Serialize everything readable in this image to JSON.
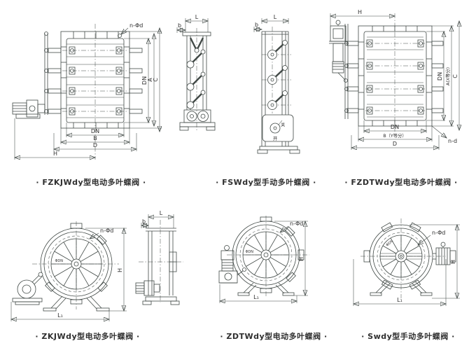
{
  "page": {
    "background": "#ffffff",
    "ink": "#414946"
  },
  "captions": {
    "fzkjwdy": "· FZKJWdy型电动多叶蝶阀 ·",
    "fswdy": "· FSWdy型手动多叶蝶阀 ·",
    "fzdtwdy": "· FZDTWdy型电动多叶蝶阀 ·",
    "zkjwdy": "· ZKJWdy型电动多叶蝶阀 ·",
    "zdtwdy": "· ZDTWdy型电动多叶蝶阀 ·",
    "swdy": "· Swdy型手动多叶蝶阀 ·"
  },
  "dims": {
    "DN": "DN",
    "A": "A",
    "B": "B",
    "C": "C",
    "D": "D",
    "H": "H",
    "L": "L",
    "L1": "L₁",
    "b": "b",
    "n_phi_d": "n-Φd",
    "n_d": "n-d",
    "AX": "A(X等分)",
    "BY": "B（Y等分）",
    "phiDN": "ΦDN",
    "close": "关",
    "open": "开"
  }
}
